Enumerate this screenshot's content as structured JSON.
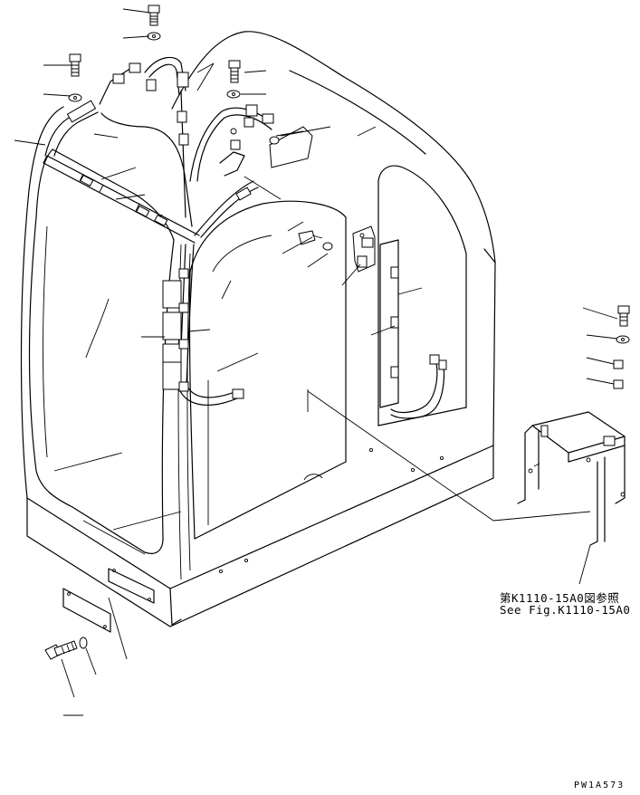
{
  "note": {
    "line1": "第K1110-15A0図参照",
    "line2": "See Fig.K1110-15A0"
  },
  "drawing_code": "PW1A573"
}
